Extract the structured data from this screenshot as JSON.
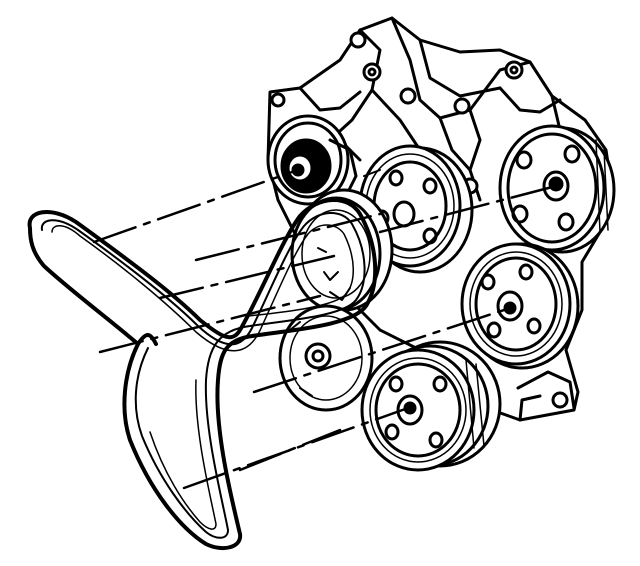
{
  "diagram": {
    "ink_color": "#000000",
    "paper_color": "#ffffff",
    "components": [
      "mounting-bracket",
      "crankshaft-balancer-pulley",
      "idler-pulley",
      "belt-tensioner-pulley",
      "power-steering-pump-pulley",
      "water-pump-pulley",
      "generator-pulley",
      "serpentine-drive-belt"
    ]
  }
}
